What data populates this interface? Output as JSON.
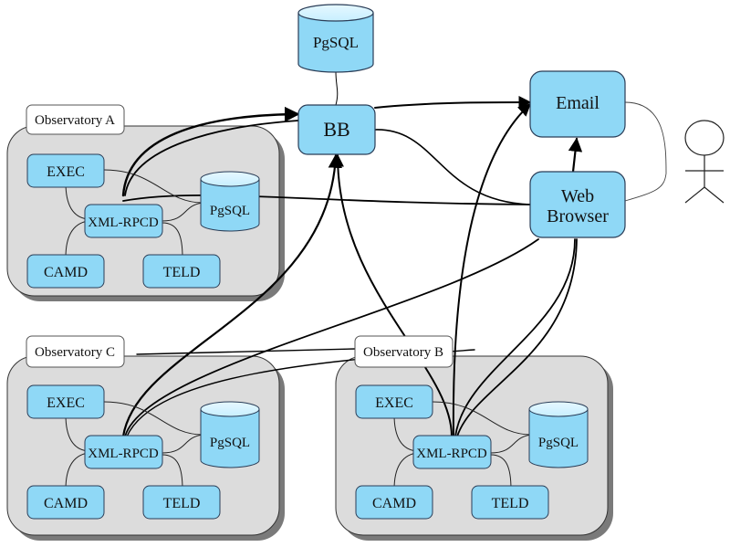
{
  "colors": {
    "node_fill": "#8fd8f6",
    "node_stroke": "#2a3d57",
    "group_fill": "#dcdcdc",
    "group_shadow": "#7a7a7a",
    "label_fill": "#ffffff",
    "edge": "#000000"
  },
  "central": {
    "pgsql": "PgSQL",
    "bb": "BB",
    "email": "Email",
    "web_browser_line1": "Web",
    "web_browser_line2": "Browser",
    "user_icon": "stick-figure-user"
  },
  "observatories": [
    {
      "id": "a",
      "label": "Observatory A",
      "exec": "EXEC",
      "xmlrpcd": "XML-RPCD",
      "pgsql": "PgSQL",
      "camd": "CAMD",
      "teld": "TELD"
    },
    {
      "id": "c",
      "label": "Observatory C",
      "exec": "EXEC",
      "xmlrpcd": "XML-RPCD",
      "pgsql": "PgSQL",
      "camd": "CAMD",
      "teld": "TELD"
    },
    {
      "id": "b",
      "label": "Observatory B",
      "exec": "EXEC",
      "xmlrpcd": "XML-RPCD",
      "pgsql": "PgSQL",
      "camd": "CAMD",
      "teld": "TELD"
    }
  ]
}
